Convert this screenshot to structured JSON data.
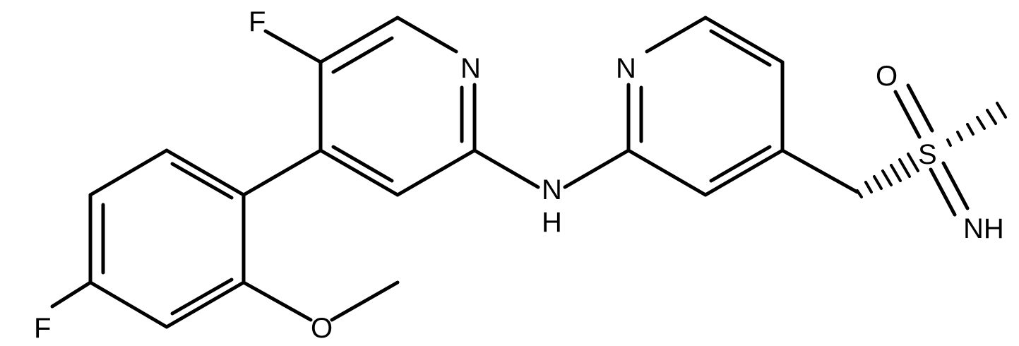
{
  "diagram": {
    "type": "chemical-structure",
    "atoms": {
      "f_top": "F",
      "n_pyr1": "N",
      "nh_n": "N",
      "nh_h": "H",
      "n_pyr2": "N",
      "o_sulf": "O",
      "s_sulf": "S",
      "nh_sulf": "NH",
      "f_bottom": "F",
      "o_methoxy": "O"
    },
    "colors": {
      "bond": "#000000",
      "label": "#000000",
      "background": "#ffffff"
    }
  }
}
